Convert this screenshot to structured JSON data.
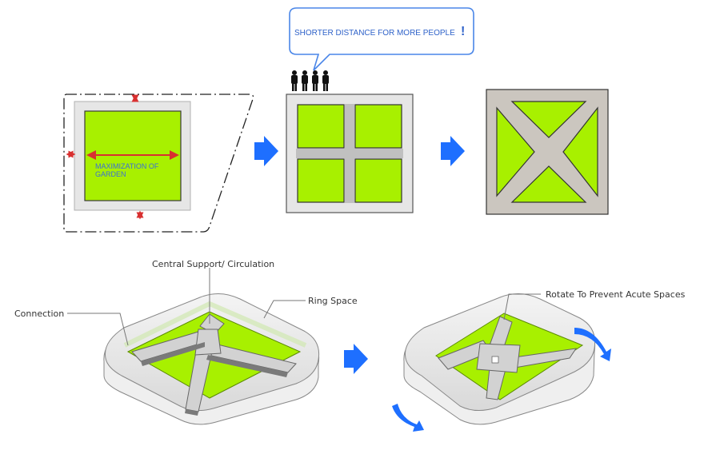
{
  "panels": {
    "panel1": {
      "annotation": "MAXIMIZATION OF GARDEN",
      "annotation_lines": [
        "MAXIMIZATION OF",
        "GARDEN"
      ]
    },
    "panel2": {
      "bubble_text": "SHORTER DISTANCE FOR MORE PEOPLE",
      "bubble_mark": "!",
      "people_count": 4
    },
    "panel3": {}
  },
  "bottom": {
    "labels": {
      "central": "Central Support/ Circulation",
      "ring": "Ring Space",
      "connection": "Connection",
      "rotate": "Rotate To Prevent Acute Spaces"
    }
  },
  "colors": {
    "garden": "#a8f000",
    "frame": "#e6e6e6",
    "frame_dark": "#c8c4bc",
    "cross": "#bdbdbd",
    "arrow_blue": "#1e6fff",
    "dimension_red": "#d83030",
    "annotation_blue": "#3a6fd8"
  }
}
